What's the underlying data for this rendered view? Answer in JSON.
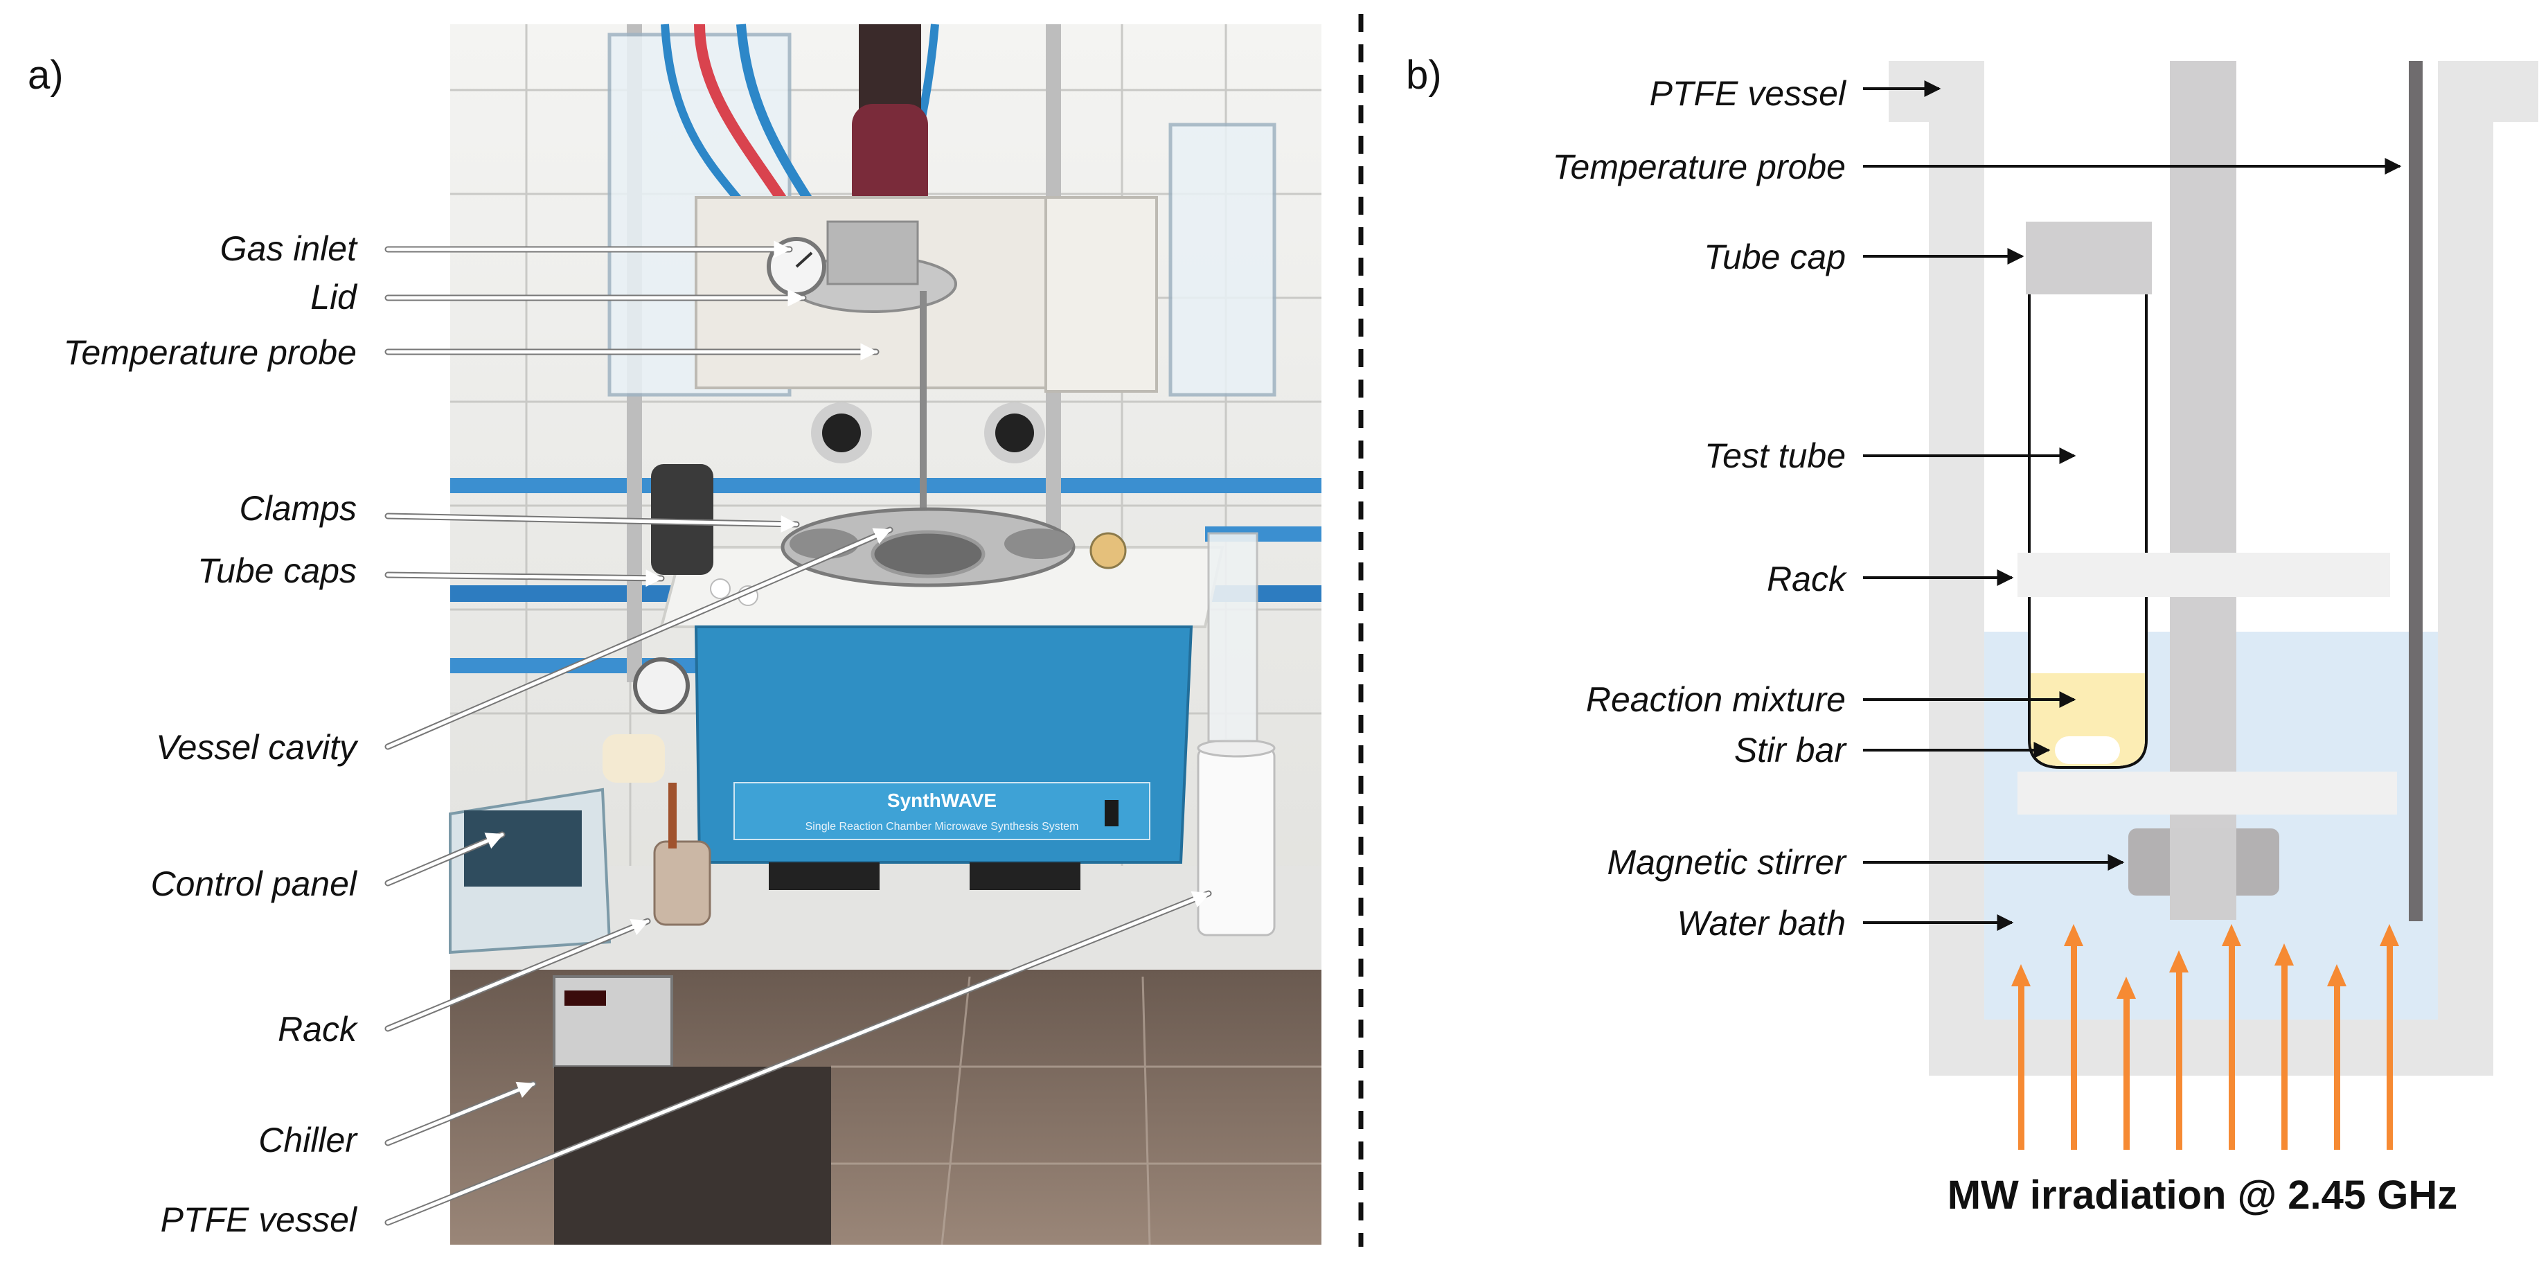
{
  "panel_a": {
    "letter": "a)",
    "labels": {
      "gas_inlet": "Gas inlet",
      "lid": "Lid",
      "temperature_probe": "Temperature probe",
      "clamps": "Clamps",
      "tube_caps": "Tube caps",
      "vessel_cavity": "Vessel cavity",
      "control_panel": "Control panel",
      "rack": "Rack",
      "chiller": "Chiller",
      "ptfe_vessel": "PTFE vessel"
    },
    "device_brand": "SynthWAVE",
    "device_subtitle": "Single Reaction Chamber Microwave Synthesis System"
  },
  "panel_b": {
    "letter": "b)",
    "labels": {
      "ptfe_vessel": "PTFE vessel",
      "temperature_probe": "Temperature probe",
      "tube_cap": "Tube cap",
      "test_tube": "Test tube",
      "rack": "Rack",
      "reaction_mixture": "Reaction mixture",
      "stir_bar": "Stir bar",
      "magnetic_stirrer": "Magnetic stirrer",
      "water_bath": "Water bath"
    },
    "mw_caption": "MW irradiation @ 2.45 GHz"
  },
  "colors": {
    "vessel_gray": "#e6e6e6",
    "shaft_gray": "#d0cfd0",
    "water_blue": "#dceaf6",
    "mixture_yellow": "#fcedb4",
    "probe_dark": "#6f6c6e",
    "arrow_orange": "#f68a33",
    "machine_blue": "#2f8fc4"
  }
}
